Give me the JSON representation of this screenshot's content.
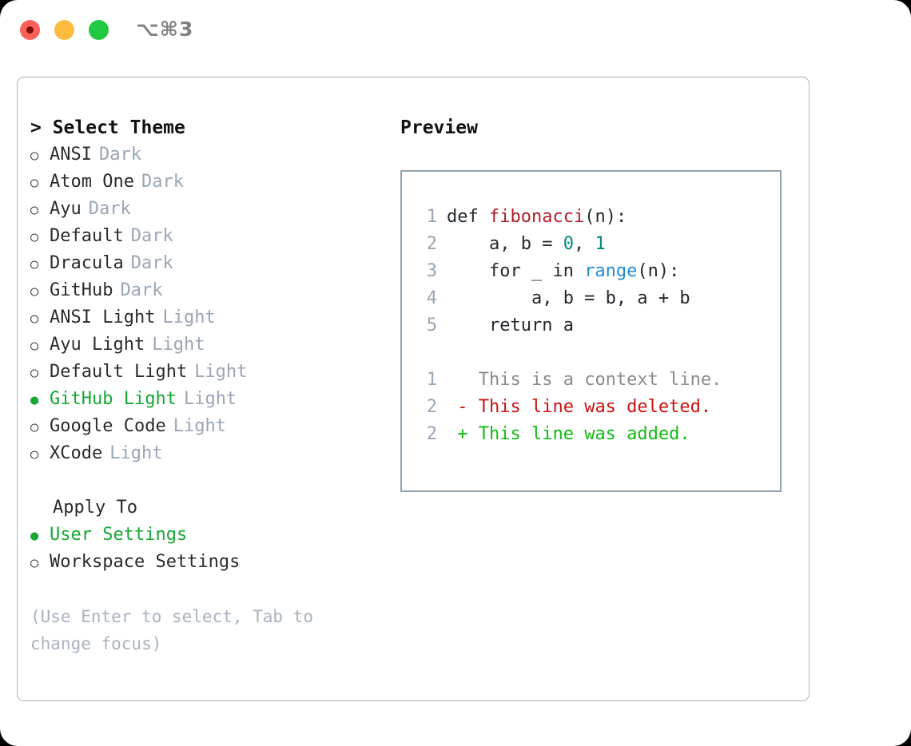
{
  "titlebar": {
    "shortcut": "⌥⌘3",
    "buttons": {
      "close": "close",
      "minimize": "minimize",
      "maximize": "maximize"
    }
  },
  "theme_panel": {
    "title": "> Select Theme",
    "caret": ">",
    "bullet_off": "○",
    "bullet_on": "●",
    "items": [
      {
        "label": "ANSI",
        "tag": "Dark",
        "selected": false
      },
      {
        "label": "Atom One",
        "tag": "Dark",
        "selected": false
      },
      {
        "label": "Ayu",
        "tag": "Dark",
        "selected": false
      },
      {
        "label": "Default",
        "tag": "Dark",
        "selected": false
      },
      {
        "label": "Dracula",
        "tag": "Dark",
        "selected": false
      },
      {
        "label": "GitHub",
        "tag": "Dark",
        "selected": false
      },
      {
        "label": "ANSI Light",
        "tag": "Light",
        "selected": false
      },
      {
        "label": "Ayu Light",
        "tag": "Light",
        "selected": false
      },
      {
        "label": "Default Light",
        "tag": "Light",
        "selected": false
      },
      {
        "label": "GitHub Light",
        "tag": "Light",
        "selected": true
      },
      {
        "label": "Google Code",
        "tag": "Light",
        "selected": false
      },
      {
        "label": "XCode",
        "tag": "Light",
        "selected": false
      }
    ]
  },
  "apply_to": {
    "title": "Apply To",
    "items": [
      {
        "label": "User Settings",
        "selected": true
      },
      {
        "label": "Workspace Settings",
        "selected": false
      }
    ]
  },
  "hint": "(Use Enter to select, Tab to change focus)",
  "preview": {
    "title": "Preview",
    "code_lines": [
      {
        "no": "1",
        "segments": [
          {
            "t": "def ",
            "k": "kw"
          },
          {
            "t": "fibonacci",
            "k": "fn"
          },
          {
            "t": "(n):",
            "k": "kw"
          }
        ]
      },
      {
        "no": "2",
        "segments": [
          {
            "t": "    a, b = ",
            "k": "kw"
          },
          {
            "t": "0",
            "k": "num"
          },
          {
            "t": ", ",
            "k": "kw"
          },
          {
            "t": "1",
            "k": "num"
          }
        ]
      },
      {
        "no": "3",
        "segments": [
          {
            "t": "    for _ in ",
            "k": "kw"
          },
          {
            "t": "range",
            "k": "call"
          },
          {
            "t": "(n):",
            "k": "kw"
          }
        ]
      },
      {
        "no": "4",
        "segments": [
          {
            "t": "        a, b = b, a + b",
            "k": "kw"
          }
        ]
      },
      {
        "no": "5",
        "segments": [
          {
            "t": "    return a",
            "k": "kw"
          }
        ]
      }
    ],
    "diff_lines": [
      {
        "no": "1",
        "marker": " ",
        "text": " This is a context line.",
        "kind": "ctx"
      },
      {
        "no": "2",
        "marker": "-",
        "text": " This line was deleted.",
        "kind": "del"
      },
      {
        "no": "2",
        "marker": "+",
        "text": " This line was added.",
        "kind": "add"
      }
    ]
  },
  "colors": {
    "accent_green": "#16a834",
    "tag_gray": "#9aa5b4",
    "diff_add": "#11bb11",
    "diff_del": "#cc1111",
    "fn_red": "#b31d28",
    "num_teal": "#008a80",
    "call_blue": "#1f8dd6",
    "border": "#93a1b0"
  }
}
